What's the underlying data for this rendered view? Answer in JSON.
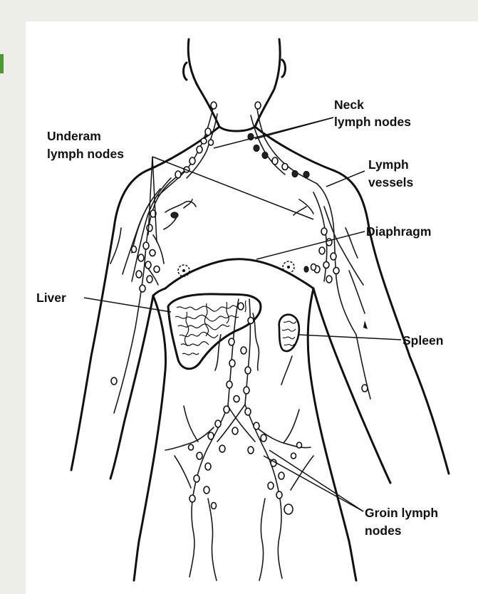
{
  "labels": {
    "neck_line1": "Neck",
    "neck_line2": "lymph nodes",
    "underarm_line1": "Underam",
    "underarm_line2": "lymph nodes",
    "vessels_line1": "Lymph",
    "vessels_line2": "vessels",
    "diaphragm": "Diaphragm",
    "liver": "Liver",
    "spleen": "Spleen",
    "groin_line1": "Groin lymph",
    "groin_line2": "nodes"
  },
  "colors": {
    "background": "#edeee8",
    "panel": "#ffffff",
    "accent": "#4a9a2e",
    "ink": "#111111"
  }
}
